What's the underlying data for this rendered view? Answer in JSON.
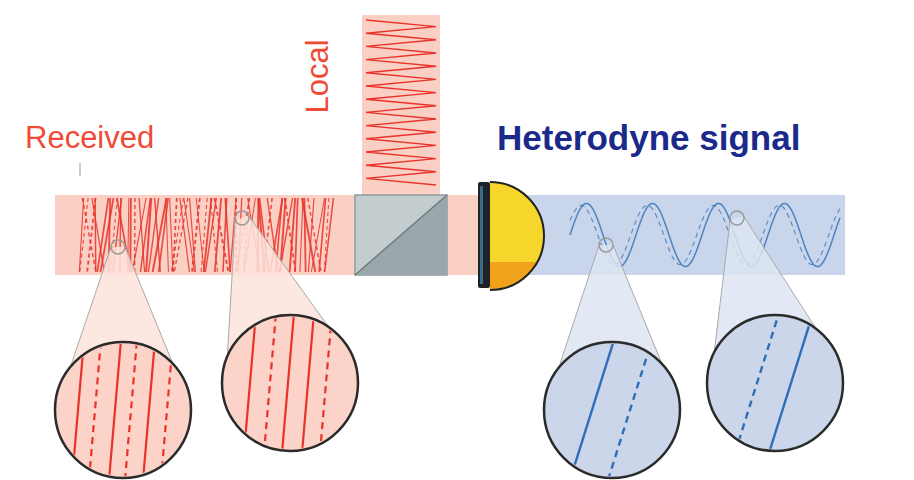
{
  "diagram": {
    "labels": [
      "Received",
      "Local",
      "Heterodyne signal"
    ]
  }
}
